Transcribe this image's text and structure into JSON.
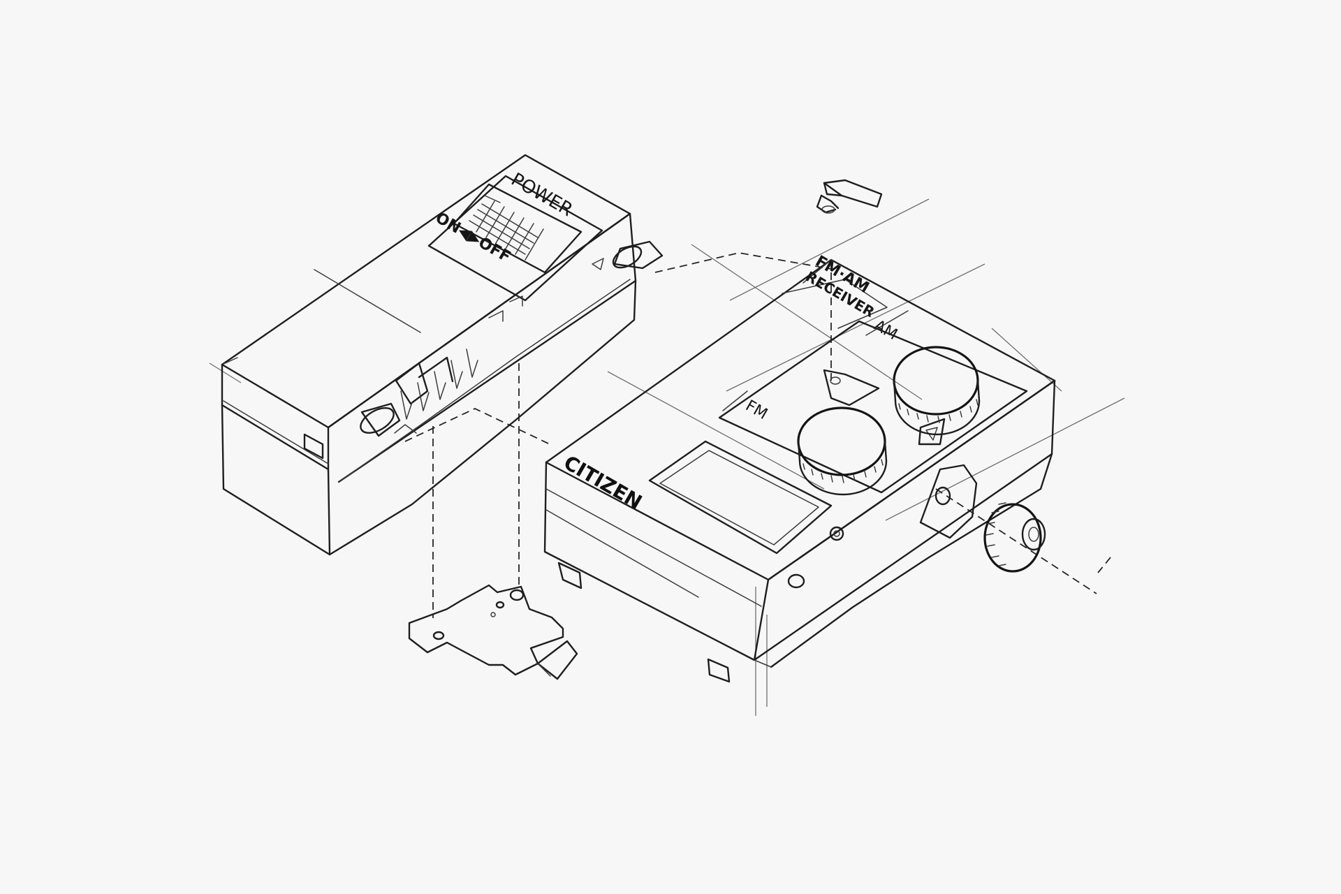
{
  "image": {
    "background": "#f7f7f7",
    "ink": "#1e1e1e",
    "style": "pencil line sketch, isometric exploded view"
  },
  "labels": {
    "power": "POWER",
    "switch_positions": "ON◀▶OFF",
    "receiver_line1": "FM·AM",
    "receiver_line2": "RECEIVER",
    "brand": "CITIZEN",
    "band_fm": "FM",
    "band_am": "AM"
  },
  "parts": [
    "battery-cover-unit",
    "tuning-lever-knob",
    "receiver-body",
    "contact-plate",
    "side-knurled-knob"
  ]
}
